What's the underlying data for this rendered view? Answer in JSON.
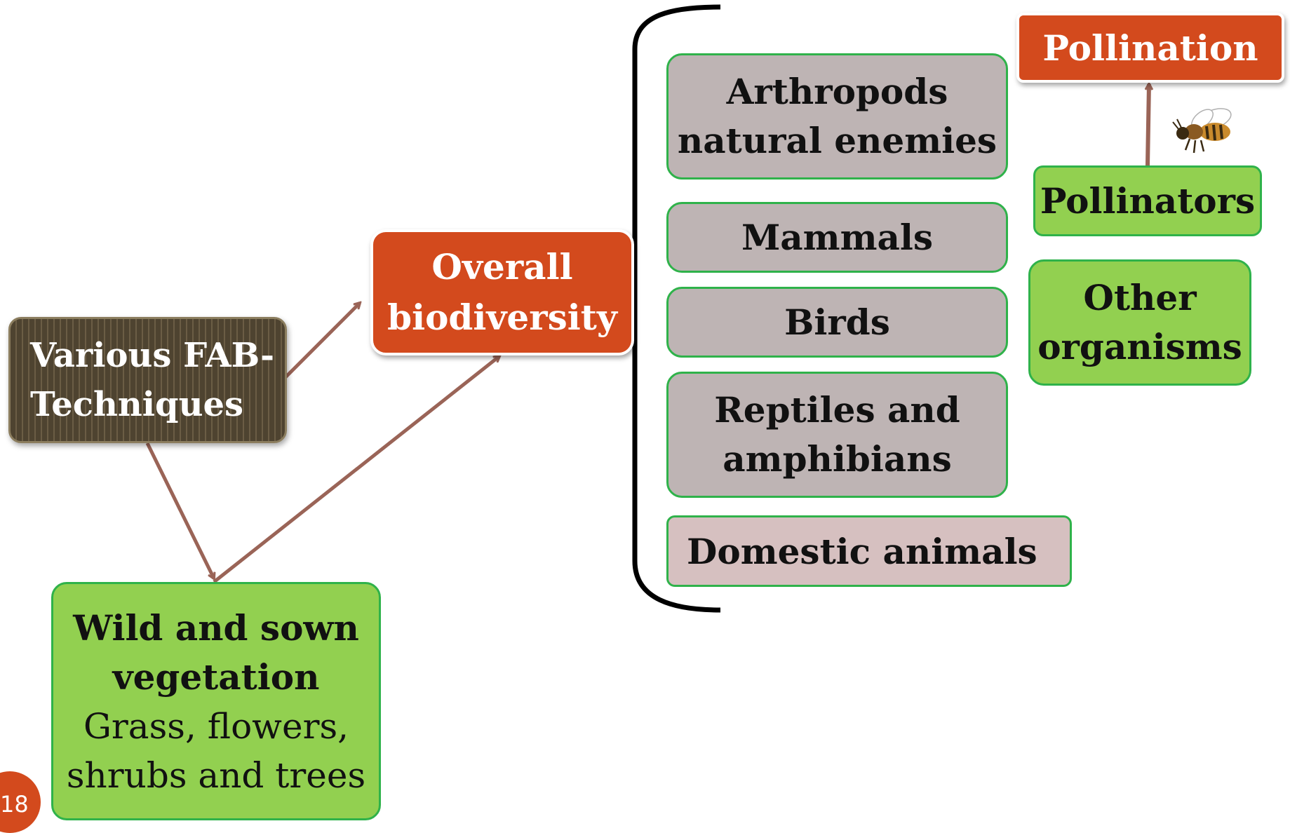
{
  "nodes": {
    "fab": {
      "line1": "Various FAB-",
      "line2": "Techniques"
    },
    "overall": {
      "line1": "Overall",
      "line2": "biodiversity"
    },
    "vegetation": {
      "line1": "Wild and sown",
      "line2": "vegetation",
      "line3": "Grass, flowers,",
      "line4": "shrubs and trees"
    },
    "arthropods": {
      "line1": "Arthropods",
      "line2": "natural enemies"
    },
    "mammals": {
      "label": "Mammals"
    },
    "birds": {
      "label": "Birds"
    },
    "reptiles": {
      "line1": "Reptiles and",
      "line2": "amphibians"
    },
    "domestic": {
      "label": "Domestic animals"
    },
    "pollination": {
      "label": "Pollination"
    },
    "pollinators": {
      "label": "Pollinators"
    },
    "other": {
      "line1": "Other",
      "line2": "organisms"
    }
  },
  "slide_number": "18",
  "colors": {
    "accent_red": "#d34a1d",
    "green": "#92d050",
    "grey": "#beb4b4",
    "pink": "#d6c0c0",
    "brown": "#4e4330",
    "arrow": "#9a6457"
  },
  "icons": {
    "bee": "bee-icon"
  }
}
